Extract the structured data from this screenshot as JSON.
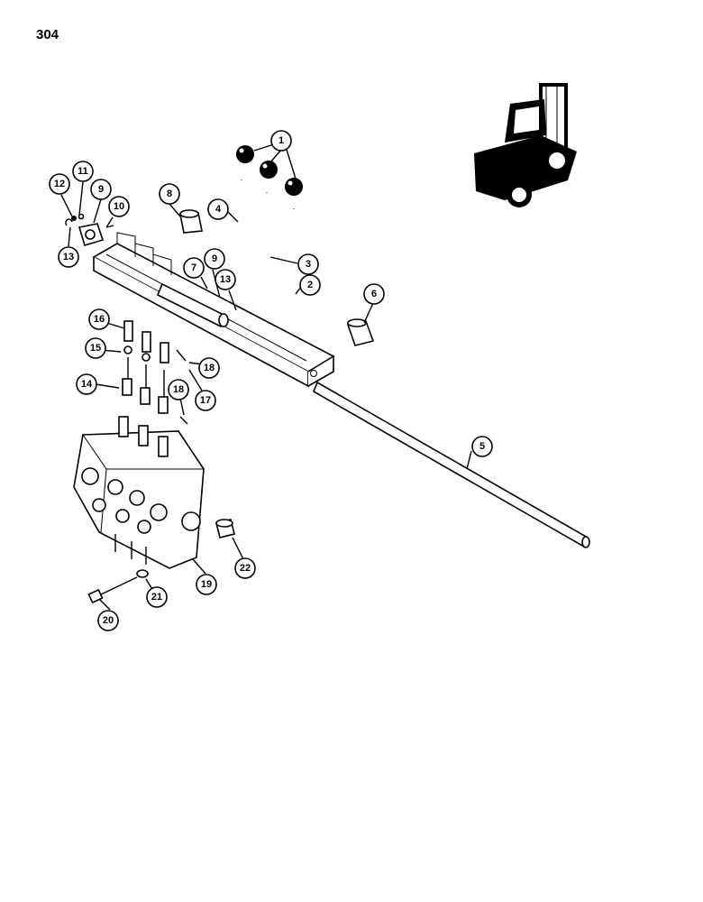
{
  "page_number": "304",
  "callouts": {
    "c1": "1",
    "c2": "2",
    "c3": "3",
    "c4": "4",
    "c5": "5",
    "c6": "6",
    "c7": "7",
    "c8": "8",
    "c9a": "9",
    "c9b": "9",
    "c10": "10",
    "c11": "11",
    "c12": "12",
    "c13a": "13",
    "c13b": "13",
    "c14": "14",
    "c15": "15",
    "c16": "16",
    "c17": "17",
    "c18a": "18",
    "c18b": "18",
    "c19": "19",
    "c20": "20",
    "c21": "21",
    "c22": "22"
  }
}
